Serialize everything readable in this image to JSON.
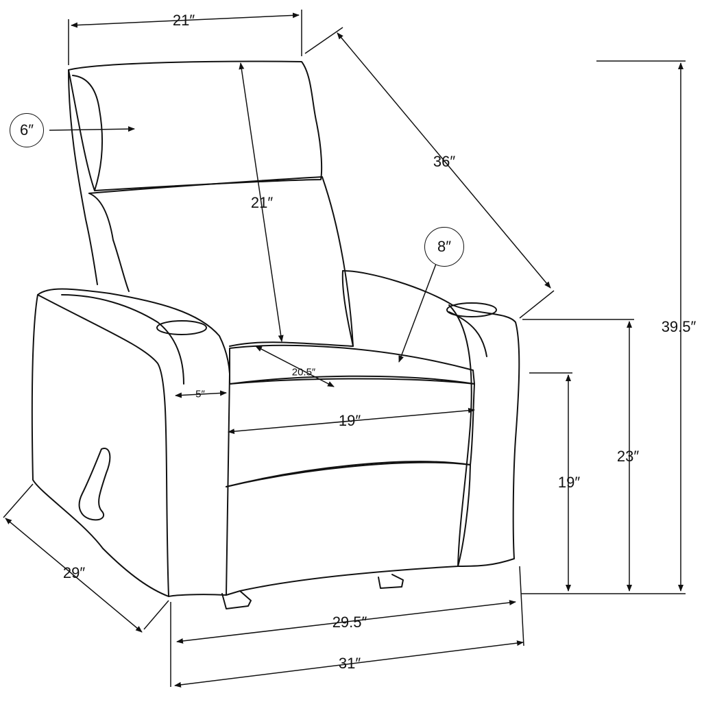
{
  "dimensions": {
    "backrest_top_width": "21″",
    "headrest_depth": "6″",
    "back_height": "21″",
    "diagonal_depth": "36″",
    "armrest_height_callout": "8″",
    "overall_height": "39.5″",
    "seat_depth": "20.5″",
    "arm_width": "5″",
    "seat_width": "19″",
    "arm_height": "23″",
    "seat_height": "19″",
    "side_depth": "29″",
    "front_width": "29.5″",
    "overall_width": "31″"
  },
  "colors": {
    "line": "#111111",
    "background": "#ffffff"
  }
}
